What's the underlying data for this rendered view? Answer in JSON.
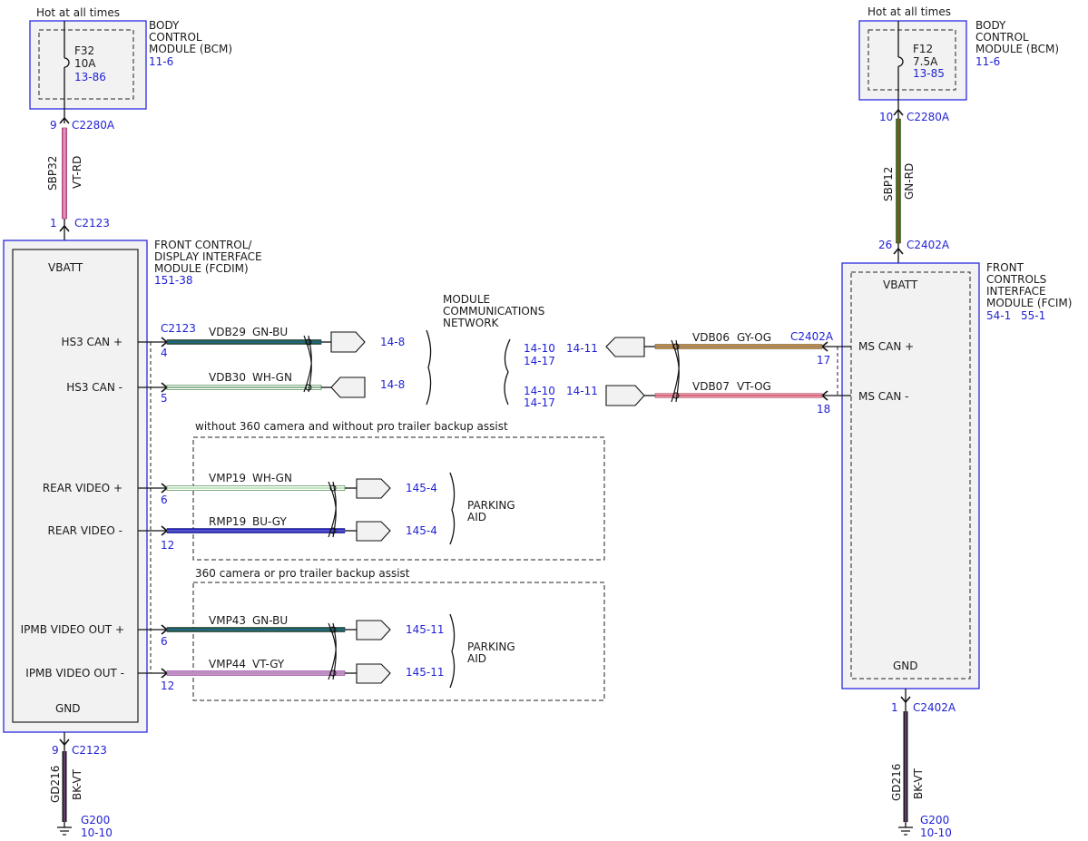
{
  "colors": {
    "module_border": "#2a2ae0",
    "module_fill": "#f2f2f2",
    "ref_blue": "#1f1fd6",
    "wire_dark_green": "#1f5f33",
    "wire_pink": "#e060a0",
    "wire_green_white": "#a8d8a8",
    "wire_blue": "#2323c8",
    "wire_violet": "#d08ad8",
    "wire_black": "#1a1a1a",
    "wire_gy_og": "#c8903a",
    "wire_vt_og": "#f0a0b0",
    "wire_gn_rd": "#3e6a1a"
  },
  "top_left": {
    "hot_label": "Hot at all times",
    "bcm_name": [
      "BODY",
      "CONTROL",
      "MODULE (BCM)"
    ],
    "bcm_ref": "11-6",
    "fuse_name": "F32",
    "fuse_rating": "10A",
    "fuse_ref": "13-86",
    "pin_top": "9",
    "connector_top": "C2280A",
    "circuit": "SBP32",
    "color_code": "VT-RD",
    "pin_bottom": "1",
    "connector_bottom": "C2123"
  },
  "fcdim": {
    "name": [
      "FRONT CONTROL/",
      "DISPLAY INTERFACE",
      "MODULE (FCDIM)"
    ],
    "ref": "151-38",
    "vbatt": "VBATT",
    "gnd": "GND",
    "signals": [
      "HS3 CAN +",
      "HS3 CAN -",
      "REAR VIDEO +",
      "REAR VIDEO -",
      "IPMB VIDEO OUT +",
      "IPMB VIDEO OUT -"
    ],
    "connector": "C2123",
    "pins": [
      "4",
      "5",
      "6",
      "12",
      "6",
      "12"
    ],
    "wires": [
      {
        "circuit": "VDB29",
        "color": "GN-BU",
        "ref": "14-8"
      },
      {
        "circuit": "VDB30",
        "color": "WH-GN",
        "ref": "14-8"
      },
      {
        "circuit": "VMP19",
        "color": "WH-GN",
        "ref": "145-4"
      },
      {
        "circuit": "RMP19",
        "color": "BU-GY",
        "ref": "145-4"
      },
      {
        "circuit": "VMP43",
        "color": "GN-BU",
        "ref": "145-11"
      },
      {
        "circuit": "VMP44",
        "color": "VT-GY",
        "ref": "145-11"
      }
    ],
    "gnd_pin": "9",
    "gnd_connector": "C2123",
    "gnd_circuit": "GD216",
    "gnd_color": "BK-VT",
    "ground": "G200",
    "ground_ref": "10-10"
  },
  "network": {
    "label": [
      "MODULE",
      "COMMUNICATIONS",
      "NETWORK"
    ],
    "refs_right": [
      [
        "14-10",
        "14-17"
      ],
      [
        "14-10",
        "14-17"
      ]
    ]
  },
  "option_boxes": [
    {
      "title": "without 360 camera and without pro trailer backup assist",
      "target": [
        "PARKING",
        "AID"
      ]
    },
    {
      "title": "360 camera or pro trailer backup assist",
      "target": [
        "PARKING",
        "AID"
      ]
    }
  ],
  "top_right": {
    "hot_label": "Hot at all times",
    "bcm_name": [
      "BODY",
      "CONTROL",
      "MODULE (BCM)"
    ],
    "bcm_ref": "11-6",
    "fuse_name": "F12",
    "fuse_rating": "7.5A",
    "fuse_ref": "13-85",
    "pin_top": "10",
    "connector_top": "C2280A",
    "circuit": "SBP12",
    "color_code": "GN-RD",
    "pin_bottom": "26",
    "connector_bottom": "C2402A"
  },
  "fcim": {
    "name": [
      "FRONT",
      "CONTROLS",
      "INTERFACE",
      "MODULE (FCIM)"
    ],
    "refs": [
      "54-1",
      "55-1"
    ],
    "vbatt": "VBATT",
    "gnd": "GND",
    "signals": [
      "MS CAN +",
      "MS CAN -"
    ],
    "connector": "C2402A",
    "pins": [
      "17",
      "18"
    ],
    "wires": [
      {
        "circuit": "VDB06",
        "color": "GY-OG",
        "ref": "14-11"
      },
      {
        "circuit": "VDB07",
        "color": "VT-OG",
        "ref": "14-11"
      }
    ],
    "gnd_pin": "1",
    "gnd_connector": "C2402A",
    "gnd_circuit": "GD216",
    "gnd_color": "BK-VT",
    "ground": "G200",
    "ground_ref": "10-10"
  }
}
